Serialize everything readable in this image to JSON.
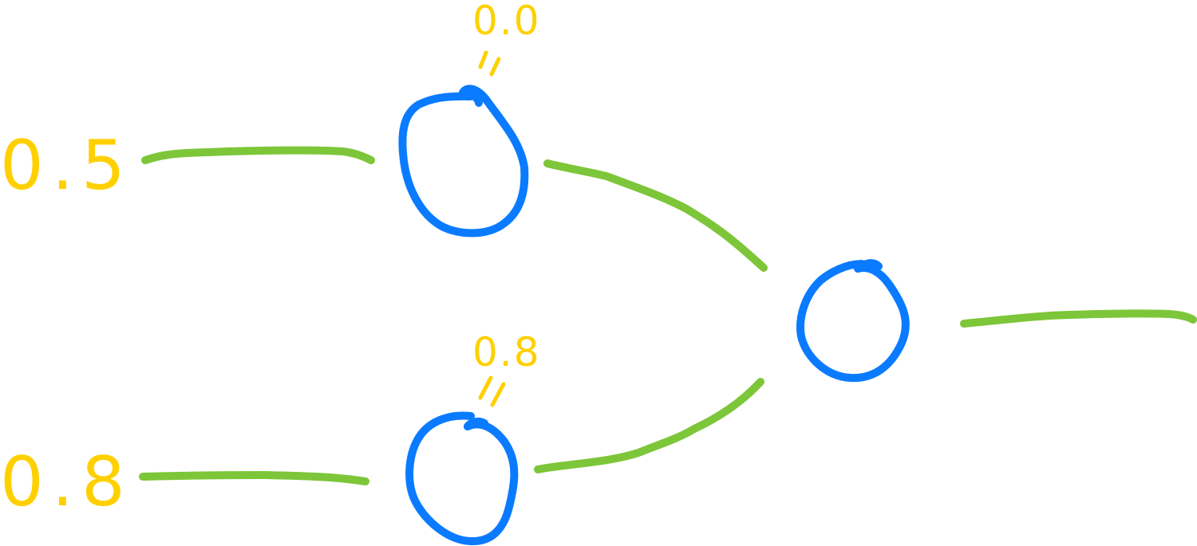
{
  "colors": {
    "value": "#FFD000",
    "node": "#0A7BFF",
    "edge": "#7DC63A"
  },
  "inputs": [
    {
      "id": "input-1",
      "text": "0.5"
    },
    {
      "id": "input-2",
      "text": "0.8"
    }
  ],
  "hidden_nodes": [
    {
      "id": "hidden-1",
      "value": "0.0"
    },
    {
      "id": "hidden-2",
      "value": "0.8"
    }
  ],
  "output_node": {
    "id": "output"
  }
}
